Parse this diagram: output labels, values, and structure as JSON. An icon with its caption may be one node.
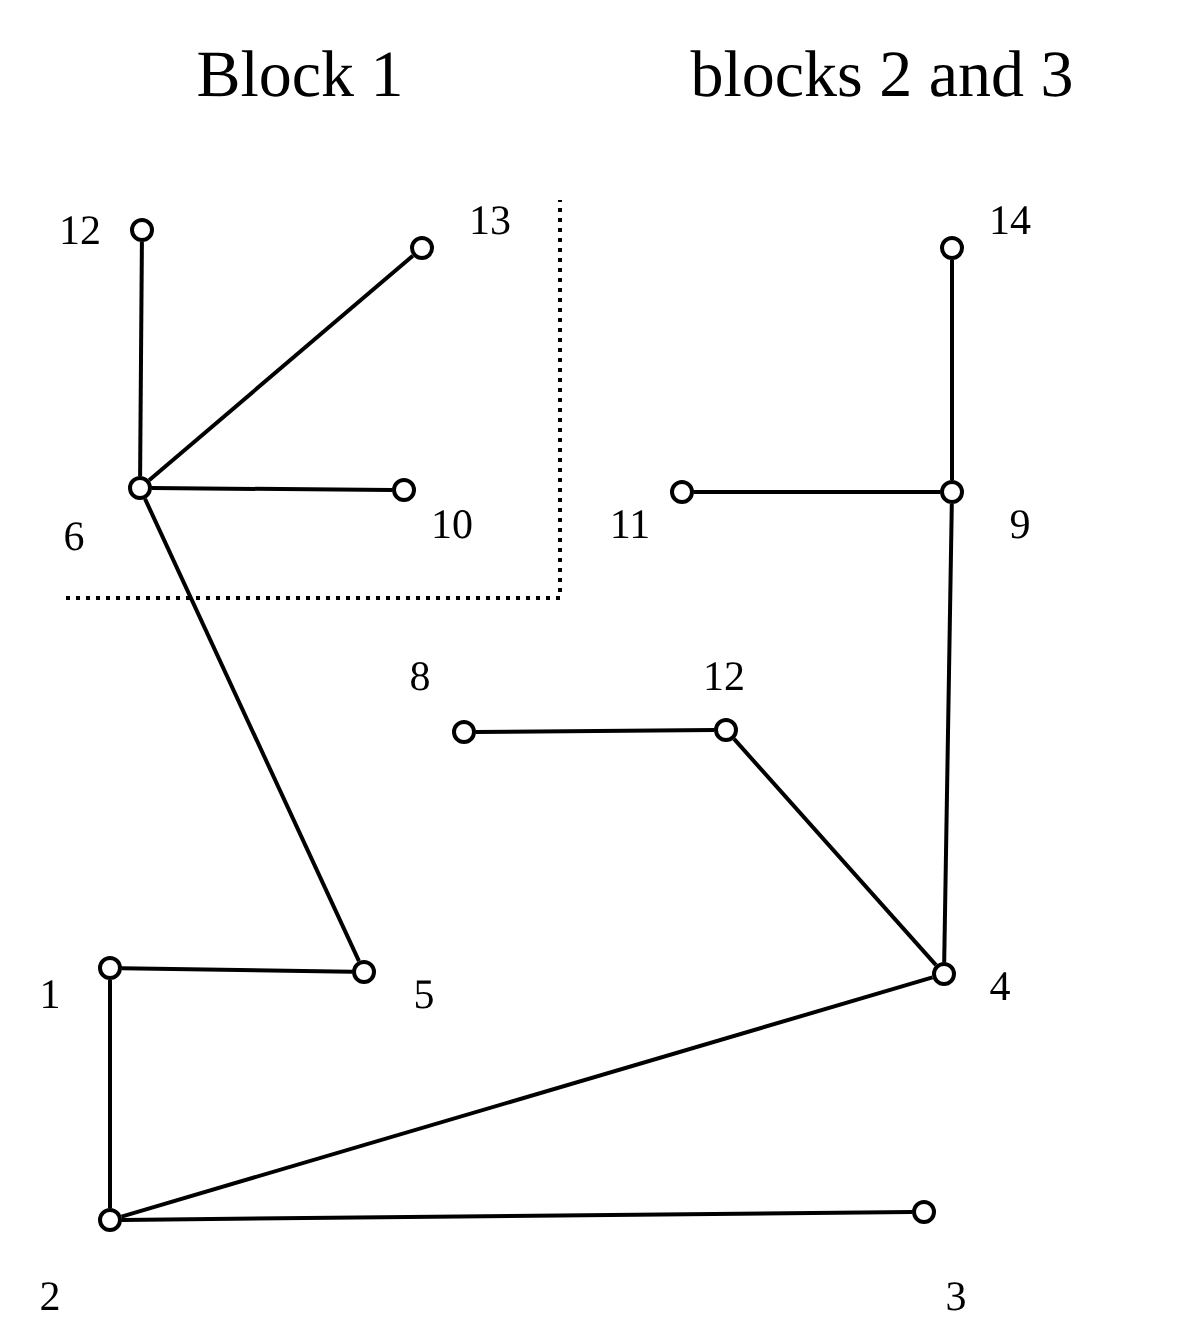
{
  "diagram": {
    "nodes": [
      {
        "text": [],
        "shape": "circle",
        "beside": [
          "12"
        ]
      },
      {
        "text": [],
        "shape": "circle",
        "beside": [
          "13"
        ]
      },
      {
        "text": [],
        "shape": "circle",
        "beside": [
          "14"
        ]
      },
      {
        "text": [],
        "shape": "circle",
        "beside": [
          "6"
        ]
      },
      {
        "text": [],
        "shape": "circle",
        "beside": [
          "10"
        ]
      },
      {
        "text": [],
        "shape": "circle",
        "beside": [
          "11"
        ]
      },
      {
        "text": [],
        "shape": "circle",
        "beside": [
          "9"
        ]
      },
      {
        "text": [],
        "shape": "circle",
        "beside": [
          "8"
        ]
      },
      {
        "text": [],
        "shape": "circle",
        "beside": [
          "12"
        ]
      },
      {
        "text": [],
        "shape": "circle",
        "beside": [
          "1"
        ]
      },
      {
        "text": [],
        "shape": "circle",
        "beside": [
          "5"
        ]
      },
      {
        "text": [],
        "shape": "circle",
        "beside": [
          "4"
        ]
      },
      {
        "text": [],
        "shape": "circle",
        "beside": [
          "2"
        ]
      },
      {
        "text": [],
        "shape": "circle",
        "beside": [
          "3"
        ]
      }
    ],
    "edges": [
      {
        "from": 3,
        "to": 0,
        "arrow": "none"
      },
      {
        "from": 3,
        "to": 1,
        "arrow": "none"
      },
      {
        "from": 3,
        "to": 4,
        "arrow": "none"
      },
      {
        "from": 3,
        "to": 10,
        "arrow": "none"
      },
      {
        "from": 9,
        "to": 10,
        "arrow": "none"
      },
      {
        "from": 9,
        "to": 12,
        "arrow": "none"
      },
      {
        "from": 12,
        "to": 11,
        "arrow": "none"
      },
      {
        "from": 12,
        "to": 13,
        "arrow": "none"
      },
      {
        "from": 11,
        "to": 8,
        "arrow": "none"
      },
      {
        "from": 7,
        "to": 8,
        "arrow": "none"
      },
      {
        "from": 11,
        "to": 6,
        "arrow": "none"
      },
      {
        "from": 6,
        "to": 5,
        "arrow": "none"
      },
      {
        "from": 6,
        "to": 2,
        "arrow": "none"
      }
    ],
    "labels": [
      "Block 1",
      "blocks 2 and 3"
    ]
  }
}
